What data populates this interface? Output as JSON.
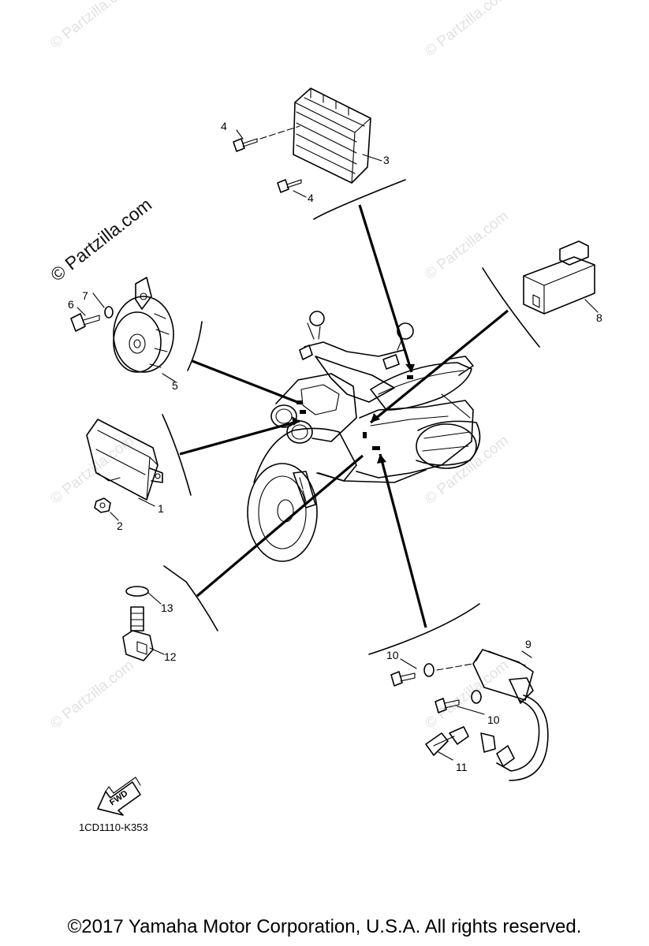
{
  "watermarks": {
    "main": "© Partzilla.com",
    "faint": "© Partzilla.com"
  },
  "callouts": {
    "c1": "1",
    "c2": "2",
    "c3": "3",
    "c4a": "4",
    "c4b": "4",
    "c5": "5",
    "c6": "6",
    "c7": "7",
    "c8": "8",
    "c9": "9",
    "c10a": "10",
    "c10b": "10",
    "c11": "11",
    "c12": "12",
    "c13": "13"
  },
  "fwd_label": "FWD",
  "diagram_code": "1CD1110-K353",
  "copyright": "©2017 Yamaha Motor Corporation, U.S.A. All rights reserved."
}
